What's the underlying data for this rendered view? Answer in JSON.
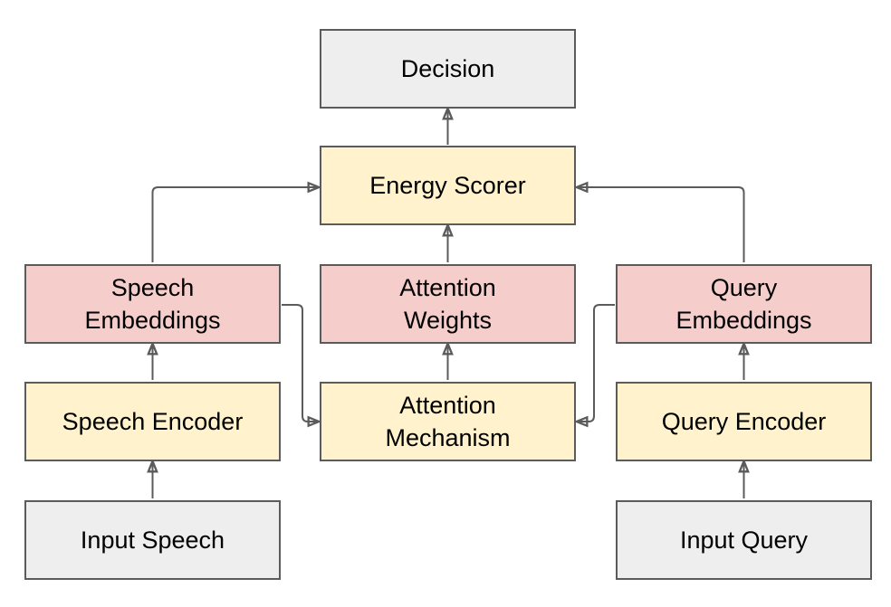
{
  "diagram": {
    "description": "Flowchart of a speech-query attention energy scoring model",
    "colors": {
      "background": "#FFFFFF",
      "border": "#5B5B5B",
      "arrow": "#5B5B5B",
      "io_fill": "#EEEEEE",
      "process_fill": "#FFF2CC",
      "data_fill": "#F5CDCB",
      "text": "#000000"
    },
    "nodes": {
      "decision": {
        "label": "Decision",
        "fill": "#EEEEEE"
      },
      "energy_scorer": {
        "label": "Energy Scorer",
        "fill": "#FFF2CC"
      },
      "speech_embeddings": {
        "label": "Speech\nEmbeddings",
        "fill": "#F5CDCB"
      },
      "attention_weights": {
        "label": "Attention\nWeights",
        "fill": "#F5CDCB"
      },
      "query_embeddings": {
        "label": "Query\nEmbeddings",
        "fill": "#F5CDCB"
      },
      "speech_encoder": {
        "label": "Speech Encoder",
        "fill": "#FFF2CC"
      },
      "attention_mechanism": {
        "label": "Attention\nMechanism",
        "fill": "#FFF2CC"
      },
      "query_encoder": {
        "label": "Query Encoder",
        "fill": "#FFF2CC"
      },
      "input_speech": {
        "label": "Input Speech",
        "fill": "#EEEEEE"
      },
      "input_query": {
        "label": "Input Query",
        "fill": "#EEEEEE"
      }
    },
    "edges": [
      {
        "from": "energy_scorer",
        "to": "decision"
      },
      {
        "from": "attention_weights",
        "to": "energy_scorer"
      },
      {
        "from": "speech_embeddings",
        "to": "energy_scorer"
      },
      {
        "from": "query_embeddings",
        "to": "energy_scorer"
      },
      {
        "from": "attention_mechanism",
        "to": "attention_weights"
      },
      {
        "from": "speech_embeddings",
        "to": "attention_mechanism"
      },
      {
        "from": "query_embeddings",
        "to": "attention_mechanism"
      },
      {
        "from": "speech_encoder",
        "to": "speech_embeddings"
      },
      {
        "from": "query_encoder",
        "to": "query_embeddings"
      },
      {
        "from": "input_speech",
        "to": "speech_encoder"
      },
      {
        "from": "input_query",
        "to": "query_encoder"
      }
    ]
  }
}
